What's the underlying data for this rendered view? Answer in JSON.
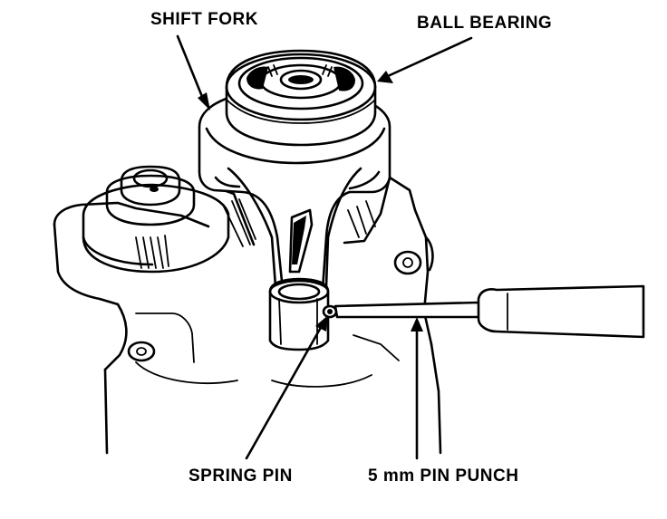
{
  "labels": {
    "shift_fork": "SHIFT FORK",
    "ball_bearing": "BALL BEARING",
    "spring_pin": "SPRING PIN",
    "pin_punch": "5 mm PIN PUNCH"
  },
  "colors": {
    "ink": "#000000",
    "paper": "#ffffff"
  }
}
